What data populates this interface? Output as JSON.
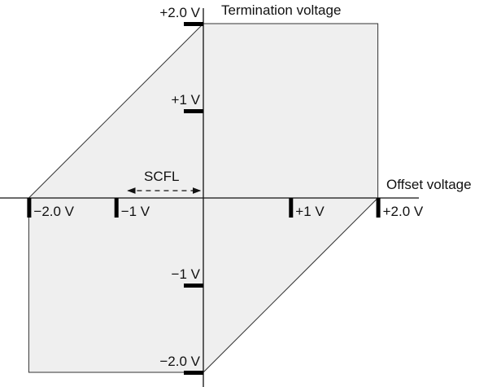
{
  "axes": {
    "x_label": "Offset voltage",
    "y_label": "Termination voltage"
  },
  "x_ticks": [
    {
      "value": -2,
      "label": "−2.0 V"
    },
    {
      "value": -1,
      "label": "−1 V"
    },
    {
      "value": 1,
      "label": "+1 V"
    },
    {
      "value": 2,
      "label": "+2.0 V"
    }
  ],
  "y_ticks": [
    {
      "value": 2,
      "label": "+2.0 V"
    },
    {
      "value": 1,
      "label": "+1 V"
    },
    {
      "value": -1,
      "label": "−1 V"
    },
    {
      "value": -2,
      "label": "−2.0 V"
    }
  ],
  "region": {
    "vertices_volts": [
      [
        -2,
        0
      ],
      [
        0,
        2
      ],
      [
        2,
        2
      ],
      [
        2,
        0
      ],
      [
        0,
        -2
      ],
      [
        -2,
        -2
      ]
    ],
    "fill": "#efefef",
    "stroke": "#333333"
  },
  "annotation": {
    "label": "SCFL",
    "arrow_from_volts": -0.9,
    "arrow_to_volts": 0
  }
}
